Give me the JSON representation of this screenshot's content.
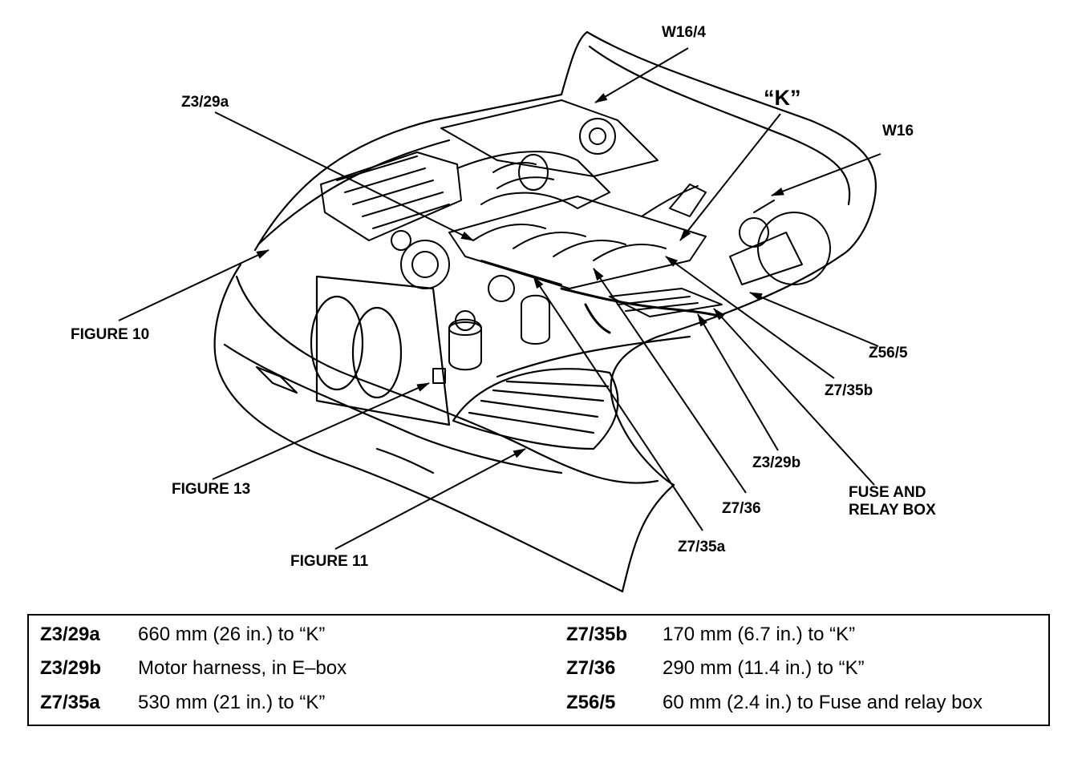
{
  "callouts": {
    "w16_4": "W16/4",
    "z3_29a": "Z3/29a",
    "k": "“K”",
    "w16": "W16",
    "figure_10": "FIGURE 10",
    "z56_5": "Z56/5",
    "z7_35b": "Z7/35b",
    "z3_29b": "Z3/29b",
    "fuse_relay_box": "FUSE AND\nRELAY BOX",
    "figure_13": "FIGURE 13",
    "z7_36": "Z7/36",
    "z7_35a": "Z7/35a",
    "figure_11": "FIGURE 11"
  },
  "legend": {
    "left": [
      {
        "code": "Z3/29a",
        "desc": "660 mm (26 in.) to “K”"
      },
      {
        "code": "Z3/29b",
        "desc": "Motor harness, in E–box"
      },
      {
        "code": "Z7/35a",
        "desc": "530 mm (21 in.) to “K”"
      }
    ],
    "right": [
      {
        "code": "Z7/35b",
        "desc": "170 mm (6.7 in.) to “K”"
      },
      {
        "code": "Z7/36",
        "desc": "290 mm (11.4 in.) to “K”"
      },
      {
        "code": "Z56/5",
        "desc": "60 mm (2.4 in.) to Fuse and relay box"
      }
    ]
  }
}
